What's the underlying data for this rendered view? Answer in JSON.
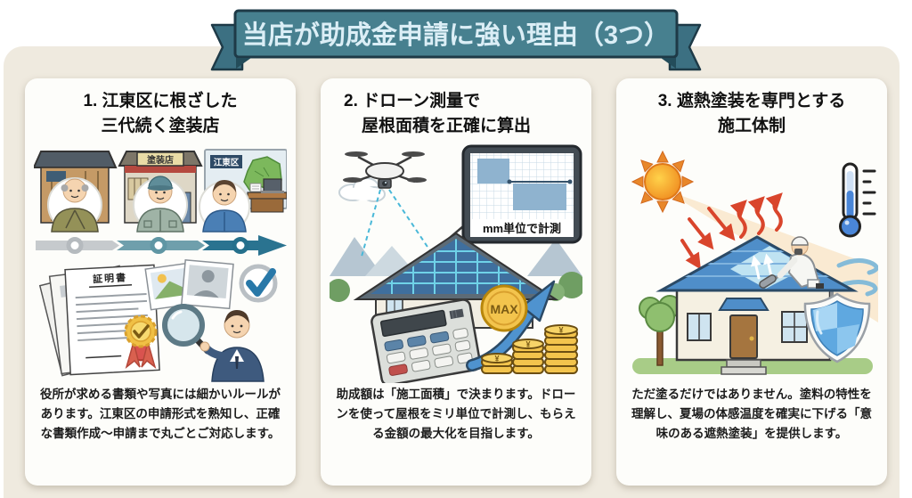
{
  "banner": {
    "title": "当店が助成金申請に強い理由（3つ）"
  },
  "colors": {
    "background_panel": "#efeadf",
    "banner_teal": "#47808f",
    "banner_outline": "#1e3a47",
    "banner_text": "#dbeef6",
    "timeline_dark_teal": "#2a7390",
    "accent_blue": "#4f93cf",
    "heat_red": "#d9452c",
    "coin_gold": "#f3c44d"
  },
  "cards": [
    {
      "title_line1": "1. 江東区に根ざした",
      "title_line2": "三代続く塗装店",
      "body": "役所が求める書類や写真には細かいルールがあります。江東区の申請形式を熟知し、正確な書類作成～申請まで丸ごとご対応します。",
      "labels": {
        "shop_sign": "塗装店",
        "map_sign": "江東区",
        "document_title": "証明書"
      }
    },
    {
      "title_line1": "2. ドローン測量で",
      "title_line2": "屋根面積を正確に算出",
      "body": "助成額は「施工面積」で決まります。ドローンを使って屋根をミリ単位で計測し、もらえる金額の最大化を目指します。",
      "labels": {
        "screen_caption": "mm単位で計測",
        "coin_max": "MAX",
        "yen": "¥"
      }
    },
    {
      "title_line1": "3. 遮熱塗装を専門とする",
      "title_line2": "施工体制",
      "body": "ただ塗るだけではありません。塗料の特性を理解し、夏場の体感温度を確実に下げる「意味のある遮熱塗装」を提供します。"
    }
  ]
}
